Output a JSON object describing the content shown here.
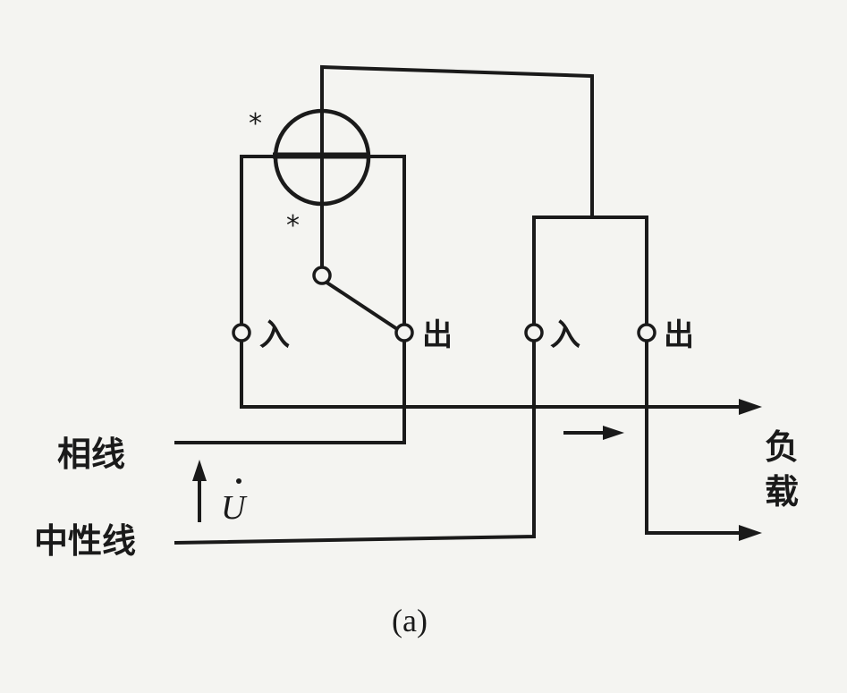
{
  "meter": {
    "polarity_mark_voltage": "*",
    "polarity_mark_current": "*"
  },
  "terminals": {
    "voltage_in": "入",
    "voltage_out": "出",
    "current_in": "入",
    "current_out": "出"
  },
  "lines": {
    "phase": "相线",
    "neutral": "中性线"
  },
  "voltage_symbol": "U",
  "load": {
    "char1": "负",
    "char2": "载"
  },
  "caption": "(a)"
}
